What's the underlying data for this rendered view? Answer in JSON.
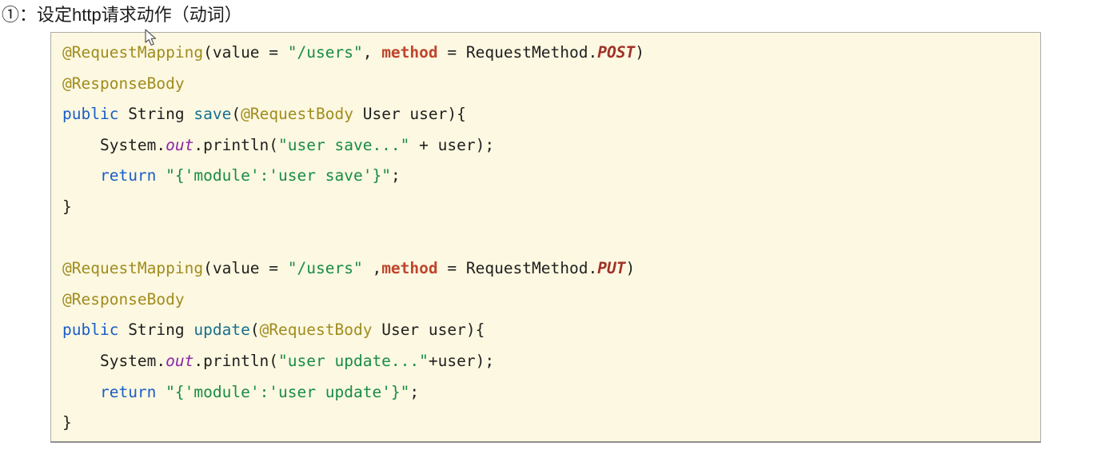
{
  "page": {
    "title": "①：设定http请求动作（动词）"
  },
  "colors": {
    "code_background": "#fcf8e1",
    "border": "#acacac",
    "default_text": "#1f1f1f",
    "annotation": "#a08c1e",
    "keyword": "#1a5dc8",
    "method_name": "#17708f",
    "string": "#198c46",
    "static_field": "#8e24aa",
    "attribute": "#c0452e",
    "enum_constant": "#a03229"
  },
  "cursor": {
    "icon": "mouse-arrow-icon"
  },
  "code_block": {
    "language": "java",
    "lines": [
      {
        "tokens": [
          {
            "t": "@RequestMapping",
            "c": "ann"
          },
          {
            "t": "(value = ",
            "c": "def"
          },
          {
            "t": "\"/users\"",
            "c": "str"
          },
          {
            "t": ", ",
            "c": "def"
          },
          {
            "t": "method",
            "c": "attr"
          },
          {
            "t": " = RequestMethod.",
            "c": "def"
          },
          {
            "t": "POST",
            "c": "enum"
          },
          {
            "t": ")",
            "c": "def"
          }
        ]
      },
      {
        "tokens": [
          {
            "t": "@ResponseBody",
            "c": "ann"
          }
        ]
      },
      {
        "tokens": [
          {
            "t": "public",
            "c": "kw"
          },
          {
            "t": " String ",
            "c": "def"
          },
          {
            "t": "save",
            "c": "fn"
          },
          {
            "t": "(",
            "c": "def"
          },
          {
            "t": "@RequestBody",
            "c": "ann"
          },
          {
            "t": " User user){",
            "c": "def"
          }
        ]
      },
      {
        "tokens": [
          {
            "t": "    System.",
            "c": "def"
          },
          {
            "t": "out",
            "c": "field"
          },
          {
            "t": ".println(",
            "c": "def"
          },
          {
            "t": "\"user save...\"",
            "c": "str"
          },
          {
            "t": " + user);",
            "c": "def"
          }
        ]
      },
      {
        "tokens": [
          {
            "t": "    ",
            "c": "def"
          },
          {
            "t": "return",
            "c": "kw"
          },
          {
            "t": " ",
            "c": "def"
          },
          {
            "t": "\"{'module':'user save'}\"",
            "c": "str"
          },
          {
            "t": ";",
            "c": "def"
          }
        ]
      },
      {
        "tokens": [
          {
            "t": "}",
            "c": "def"
          }
        ]
      },
      {
        "tokens": []
      },
      {
        "tokens": [
          {
            "t": "@RequestMapping",
            "c": "ann"
          },
          {
            "t": "(value = ",
            "c": "def"
          },
          {
            "t": "\"/users\"",
            "c": "str"
          },
          {
            "t": " ,",
            "c": "def"
          },
          {
            "t": "method",
            "c": "attr"
          },
          {
            "t": " = RequestMethod.",
            "c": "def"
          },
          {
            "t": "PUT",
            "c": "enum"
          },
          {
            "t": ")",
            "c": "def"
          }
        ]
      },
      {
        "tokens": [
          {
            "t": "@ResponseBody",
            "c": "ann"
          }
        ]
      },
      {
        "tokens": [
          {
            "t": "public",
            "c": "kw"
          },
          {
            "t": " String ",
            "c": "def"
          },
          {
            "t": "update",
            "c": "fn"
          },
          {
            "t": "(",
            "c": "def"
          },
          {
            "t": "@RequestBody",
            "c": "ann"
          },
          {
            "t": " User user){",
            "c": "def"
          }
        ]
      },
      {
        "tokens": [
          {
            "t": "    System.",
            "c": "def"
          },
          {
            "t": "out",
            "c": "field"
          },
          {
            "t": ".println(",
            "c": "def"
          },
          {
            "t": "\"user update...\"",
            "c": "str"
          },
          {
            "t": "+user);",
            "c": "def"
          }
        ]
      },
      {
        "tokens": [
          {
            "t": "    ",
            "c": "def"
          },
          {
            "t": "return",
            "c": "kw"
          },
          {
            "t": " ",
            "c": "def"
          },
          {
            "t": "\"{'module':'user update'}\"",
            "c": "str"
          },
          {
            "t": ";",
            "c": "def"
          }
        ]
      },
      {
        "tokens": [
          {
            "t": "}",
            "c": "def"
          }
        ]
      }
    ]
  }
}
